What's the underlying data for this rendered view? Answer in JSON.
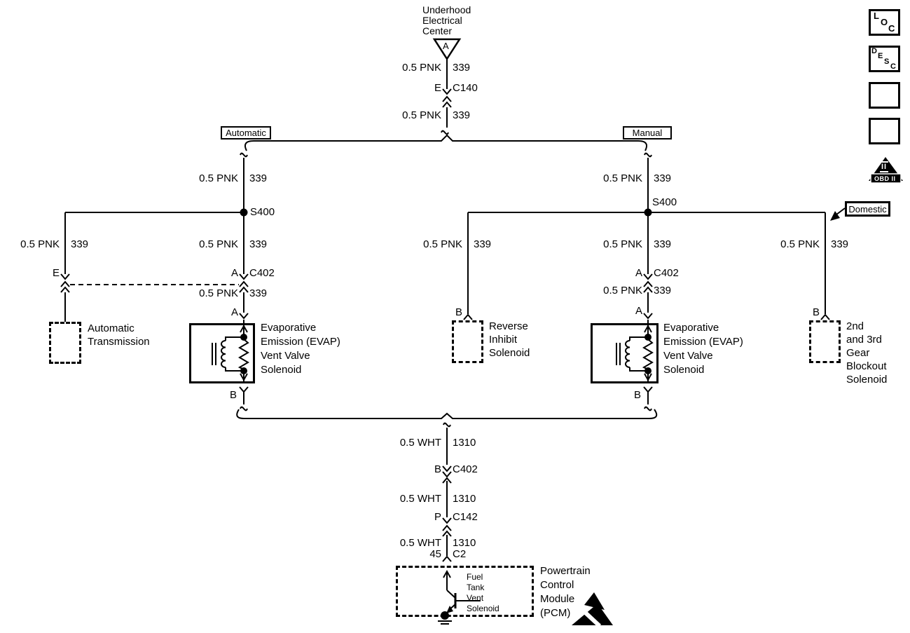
{
  "colors": {
    "ink": "#000000",
    "paper": "#ffffff"
  },
  "source": {
    "name": "Underhood\nElectrical\nCenter",
    "terminal": "A"
  },
  "branches": {
    "automatic": "Automatic",
    "manual": "Manual",
    "domestic": "Domestic"
  },
  "wire_labels": {
    "pnk": {
      "size_color": "0.5 PNK",
      "circuit": "339"
    },
    "wht": {
      "size_color": "0.5 WHT",
      "circuit": "1310"
    }
  },
  "splices": {
    "left": "S400",
    "right": "S400"
  },
  "connectors": {
    "c140": {
      "pin": "E",
      "name": "C140"
    },
    "c402_left": {
      "pin": "A",
      "name": "C402"
    },
    "c402_right": {
      "pin": "A",
      "name": "C402"
    },
    "c402_bottom": {
      "pin": "B",
      "name": "C402"
    },
    "c142": {
      "pin": "P",
      "name": "C142"
    },
    "c2": {
      "pin": "45",
      "name": "C2"
    },
    "pin_e_left": "E",
    "pin_a_left": "A",
    "pin_a_right": "A",
    "pin_b_left": "B",
    "pin_b_right": "B",
    "pin_b_reverse": "B",
    "pin_b_gear": "B"
  },
  "components": {
    "automatic_transmission": "Automatic\nTransmission",
    "evap_left": "Evaporative\nEmission (EVAP)\nVent Valve\nSolenoid",
    "evap_right": "Evaporative\nEmission (EVAP)\nVent Valve\nSolenoid",
    "reverse_inhibit": "Reverse\nInhibit\nSolenoid",
    "gear_blockout": "2nd\nand 3rd\nGear\nBlockout\nSolenoid",
    "pcm": "Powertrain\nControl\nModule\n(PCM)",
    "fuel_tank_vent": "Fuel\nTank\nVent\nSolenoid"
  },
  "legend": {
    "loc": [
      "L",
      "O",
      "C"
    ],
    "desc": [
      "D",
      "E",
      "S",
      "C"
    ],
    "obd_numeral": "II",
    "obd_label": "OBD II"
  }
}
